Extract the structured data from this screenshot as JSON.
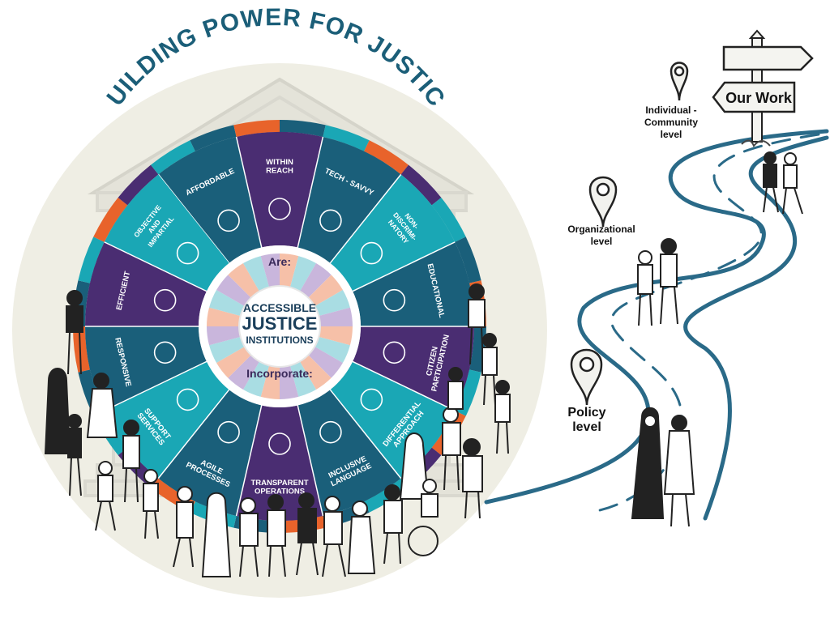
{
  "title": "BUILDING POWER FOR JUSTICE",
  "wheel": {
    "top_label": "Are:",
    "bottom_label": "Incorporate:",
    "center": {
      "line1": "ACCESSIBLE",
      "line2": "JUSTICE",
      "line3": "INSTITUTIONS"
    },
    "segments": [
      {
        "lines": [
          "AFFORDABLE"
        ],
        "icon": "money-icon"
      },
      {
        "lines": [
          "WITHIN",
          "REACH"
        ],
        "icon": "map-icon"
      },
      {
        "lines": [
          "TECH - SAVVY"
        ],
        "icon": "laptop-icon"
      },
      {
        "lines": [
          "NON-",
          "DISCRIMI-",
          "NATORY"
        ],
        "icon": "globe-hands-icon"
      },
      {
        "lines": [
          "EDUCATIONAL"
        ],
        "icon": "lightbulb-icon"
      },
      {
        "lines": [
          "CITIZEN",
          "PARTICIPATION"
        ],
        "icon": "crowd-icon"
      },
      {
        "lines": [
          "DIFFERENTIAL",
          "APPROACH"
        ],
        "icon": "ruler-arc-icon"
      },
      {
        "lines": [
          "INCLUSIVE",
          "LANGUAGE"
        ],
        "icon": "speech-bubbles-icon"
      },
      {
        "lines": [
          "TRANSPARENT",
          "OPERATIONS"
        ],
        "icon": "magnifier-icon"
      },
      {
        "lines": [
          "AGILE",
          "PROCESSES"
        ],
        "icon": "network-icon"
      },
      {
        "lines": [
          "SUPPORT",
          "SERVICES"
        ],
        "icon": "support-icon"
      },
      {
        "lines": [
          "RESPONSIVE"
        ],
        "icon": "person-flag-icon"
      },
      {
        "lines": [
          "EFFICIENT"
        ],
        "icon": "target-icon"
      },
      {
        "lines": [
          "OBJECTIVE",
          "AND",
          "IMPARTIAL"
        ],
        "icon": "scales-icon"
      }
    ]
  },
  "signpost": {
    "label": "Our Work"
  },
  "levels": [
    {
      "lines": [
        "Individual -",
        "Community",
        "level"
      ]
    },
    {
      "lines": [
        "Organizational",
        "level"
      ]
    },
    {
      "lines": [
        "Policy",
        "level"
      ]
    }
  ],
  "colors": {
    "title": "#1b5e78",
    "teal": "#1aa7b5",
    "dark_teal": "#1a5f7a",
    "purple": "#4a2d72",
    "orange": "#e8632b",
    "pastel_peach": "#f6c0a8",
    "pastel_blue": "#a9dde3",
    "pastel_lilac": "#c9b6dc",
    "path": "#2a6a88",
    "cream": "#efeee4"
  }
}
